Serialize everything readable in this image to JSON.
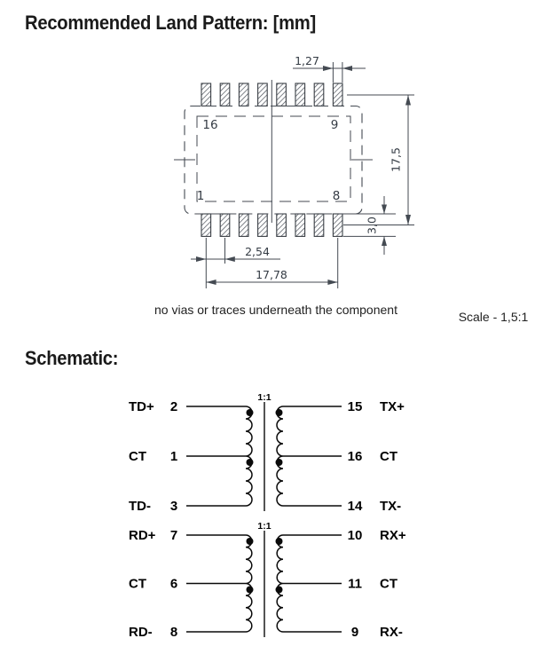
{
  "titles": {
    "land_pattern": "Recommended Land Pattern: [mm]",
    "schematic": "Schematic:"
  },
  "land_pattern": {
    "pins": {
      "top_left": "16",
      "top_right": "9",
      "bottom_left": "1",
      "bottom_right": "8"
    },
    "dims": {
      "pad_width": "1,27",
      "height": "17,5",
      "pad_height": "3,0",
      "pitch": "2,54",
      "width": "17,78"
    },
    "note": "no vias or traces underneath the component",
    "scale_label": "Scale - 1,5:1"
  },
  "schematic": {
    "transformers": [
      {
        "ratio": "1:1",
        "rows": [
          {
            "left_label": "TD+",
            "left_pin": "2",
            "right_pin": "15",
            "right_label": "TX+"
          },
          {
            "left_label": "CT",
            "left_pin": "1",
            "right_pin": "16",
            "right_label": "CT"
          },
          {
            "left_label": "TD-",
            "left_pin": "3",
            "right_pin": "14",
            "right_label": "TX-"
          }
        ]
      },
      {
        "ratio": "1:1",
        "rows": [
          {
            "left_label": "RD+",
            "left_pin": "7",
            "right_pin": "10",
            "right_label": "RX+"
          },
          {
            "left_label": "CT",
            "left_pin": "6",
            "right_pin": "11",
            "right_label": "CT"
          },
          {
            "left_label": "RD-",
            "left_pin": "8",
            "right_pin": "9",
            "right_label": "RX-"
          }
        ]
      }
    ]
  },
  "colors": {
    "ink": "#000000",
    "drawing": "#444a52",
    "background": "#ffffff"
  }
}
